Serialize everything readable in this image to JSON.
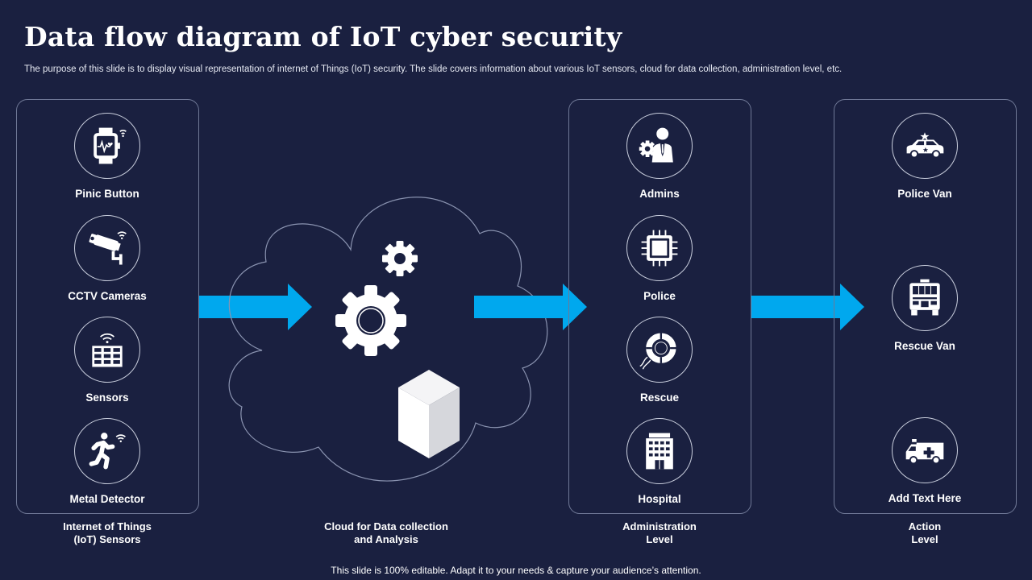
{
  "title": "Data flow diagram of IoT cyber security",
  "subtitle": "The purpose of this slide is to display visual representation of internet of Things (IoT) security. The slide covers information about various IoT sensors, cloud for data collection, administration level, etc.",
  "sensors": {
    "items": [
      {
        "label": "Pinic Button",
        "icon": "smartwatch-icon"
      },
      {
        "label": "CCTV Cameras",
        "icon": "cctv-camera-icon"
      },
      {
        "label": "Sensors",
        "icon": "sensor-grid-icon"
      },
      {
        "label": "Metal Detector",
        "icon": "running-person-icon"
      }
    ],
    "caption_line1": "Internet of Things",
    "caption_line2": "(IoT) Sensors"
  },
  "cloud": {
    "icons": [
      "gear-icon",
      "cube-icon"
    ],
    "caption_line1": "Cloud for Data collection",
    "caption_line2": "and Analysis"
  },
  "administration": {
    "items": [
      {
        "label": "Admins",
        "icon": "admin-user-icon"
      },
      {
        "label": "Police",
        "icon": "chip-icon"
      },
      {
        "label": "Rescue",
        "icon": "lifebuoy-icon"
      },
      {
        "label": "Hospital",
        "icon": "hospital-icon"
      }
    ],
    "caption_line1": "Administration",
    "caption_line2": "Level"
  },
  "action": {
    "items": [
      {
        "label": "Police Van",
        "icon": "police-car-icon"
      },
      {
        "label": "Rescue Van",
        "icon": "fire-truck-icon"
      },
      {
        "label": "Add Text Here",
        "icon": "ambulance-icon"
      }
    ],
    "caption_line1": "Action",
    "caption_line2": "Level"
  },
  "footer": "This slide is 100% editable. Adapt it to your needs & capture your audience’s attention.",
  "colors": {
    "background": "#1a2040",
    "arrow": "#00a8ee",
    "outline": "#6f7896",
    "icon": "#ffffff"
  }
}
